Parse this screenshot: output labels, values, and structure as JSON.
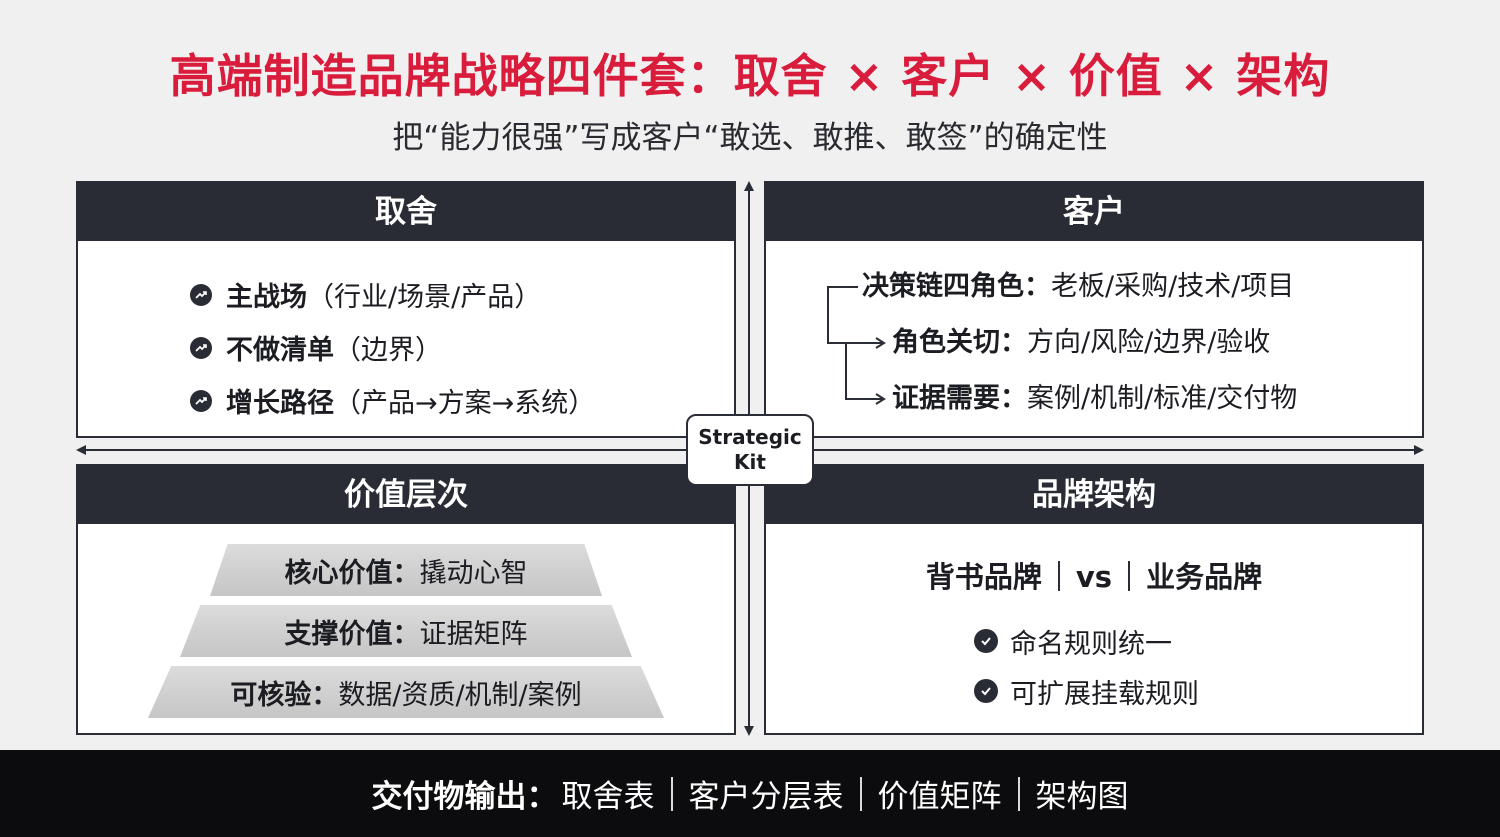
{
  "header": {
    "title": "高端制造品牌战略四件套：取舍 × 客户 × 价值 × 架构",
    "subtitle": "把“能力很强”写成客户“敢选、敢推、敢签”的确定性"
  },
  "center": {
    "line1": "Strategic",
    "line2": "Kit"
  },
  "quadrants": {
    "tradeoff": {
      "title": "取舍",
      "items": [
        {
          "bold": "主战场",
          "rest": "（行业/场景/产品）"
        },
        {
          "bold": "不做清单",
          "rest": "（边界）"
        },
        {
          "bold": "增长路径",
          "rest": "（产品→方案→系统）"
        }
      ]
    },
    "customer": {
      "title": "客户",
      "root": {
        "bold": "决策链四角色：",
        "rest": "老板/采购/技术/项目"
      },
      "children": [
        {
          "bold": "角色关切：",
          "rest": "方向/风险/边界/验收"
        },
        {
          "bold": "证据需要：",
          "rest": "案例/机制/标准/交付物"
        }
      ]
    },
    "value": {
      "title": "价值层次",
      "tiers": [
        {
          "bold": "核心价值：",
          "rest": "撬动心智"
        },
        {
          "bold": "支撑价值：",
          "rest": "证据矩阵"
        },
        {
          "bold": "可核验：",
          "rest": "数据/资质/机制/案例"
        }
      ]
    },
    "brand": {
      "title": "品牌架构",
      "left": "背书品牌",
      "vs": "vs",
      "right": "业务品牌",
      "items": [
        "命名规则统一",
        "可扩展挂载规则"
      ]
    }
  },
  "footer": {
    "label": "交付物输出：",
    "items": [
      "取舍表",
      "客户分层表",
      "价值矩阵",
      "架构图"
    ]
  },
  "colors": {
    "accent": "#d91c3c",
    "dark": "#2a2c35",
    "footer": "#0c0c0e"
  }
}
